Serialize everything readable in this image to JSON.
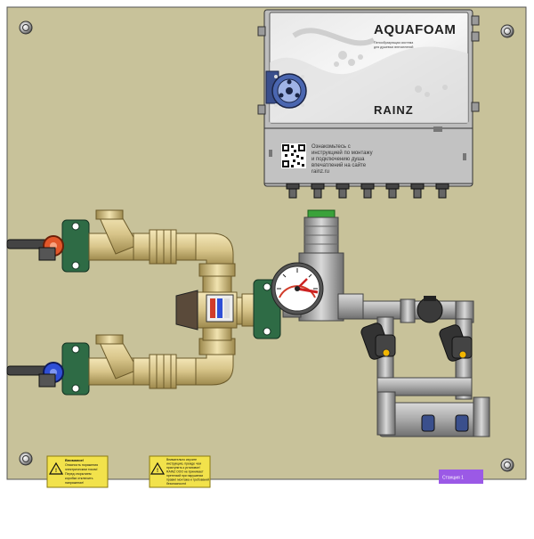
{
  "controller": {
    "brand": "AQUAFOAM",
    "tagline_line1": "Пенообразующая система",
    "tagline_line2": "для душевых впечатлений",
    "maker_logo": "RAINZ",
    "qr_text_line1": "Ознакомьтесь с",
    "qr_text_line2": "инструкцией по монтажу",
    "qr_text_line3": "и подключению душа",
    "qr_text_line4": "впечатлений на сайте",
    "qr_text_line5": "rainz.ru"
  },
  "warnings": [
    {
      "title": "Внимание!",
      "line1": "Опасность поражения",
      "line2": "электрическим током!",
      "line3": "Перед открытием",
      "line4": "коробки отключить",
      "line5": "напряжение!"
    },
    {
      "line1": "Внимательно изучите",
      "line2": "инструкцию, прежде чем",
      "line3": "приступить к установке!",
      "line4": "RAINZ ООО не принимает",
      "line5": "претензий при нарушении",
      "line6": "правил монтажа и требований",
      "line7": "безопасности!"
    }
  ],
  "station_tag": "Станция 1",
  "colors": {
    "board": "#c8c29a",
    "hot": "#e2572a",
    "cold": "#2f4fd6",
    "bracket": "#2e6b45",
    "brass": "#d8c58a",
    "pipe_gray": "#a9a9a9",
    "tag": "#9b59e6",
    "warning": "#f2e24b"
  },
  "icons": {
    "hot_handle": "hot-water-valve-icon",
    "cold_handle": "cold-water-valve-icon",
    "gauge": "pressure-gauge-icon",
    "pump": "peristaltic-pump-icon",
    "qr": "qr-code-icon",
    "warning": "electric-hazard-icon"
  }
}
